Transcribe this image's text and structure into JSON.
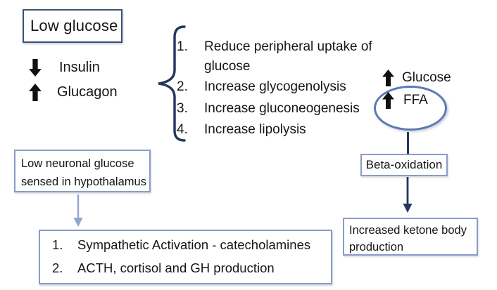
{
  "diagram": {
    "low_glucose_box": {
      "label": "Low glucose"
    },
    "hormones": [
      {
        "direction": "down",
        "label": "Insulin"
      },
      {
        "direction": "up",
        "label": "Glucagon"
      }
    ],
    "effects_list": {
      "items": [
        {
          "num": "1.",
          "text": "Reduce peripheral uptake of glucose"
        },
        {
          "num": "2.",
          "text": "Increase glycogenolysis"
        },
        {
          "num": "3.",
          "text": "Increase gluconeogenesis"
        },
        {
          "num": "4.",
          "text": "Increase lipolysis"
        }
      ]
    },
    "raised_glucose": {
      "direction": "up",
      "label": "Glucose"
    },
    "raised_ffa": {
      "direction": "up",
      "label": "FFA"
    },
    "beta_oxidation_box": {
      "label": "Beta-oxidation"
    },
    "ketone_box": {
      "label": "Increased ketone body production"
    },
    "hypothalamus_box": {
      "label": "Low neuronal glucose sensed in hypothalamus"
    },
    "response_box": {
      "items": [
        {
          "num": "1.",
          "text": "Sympathetic Activation - catecholamines"
        },
        {
          "num": "2.",
          "text": "ACTH, cortisol and GH production"
        }
      ]
    },
    "colors": {
      "navy": "#24365e",
      "dark_border": "#3a5276",
      "ellipse_stroke": "#5a7ab5",
      "light_border": "#8b9bc9",
      "light_arrow": "#93a4d4",
      "arrow_black": "#101010"
    }
  }
}
